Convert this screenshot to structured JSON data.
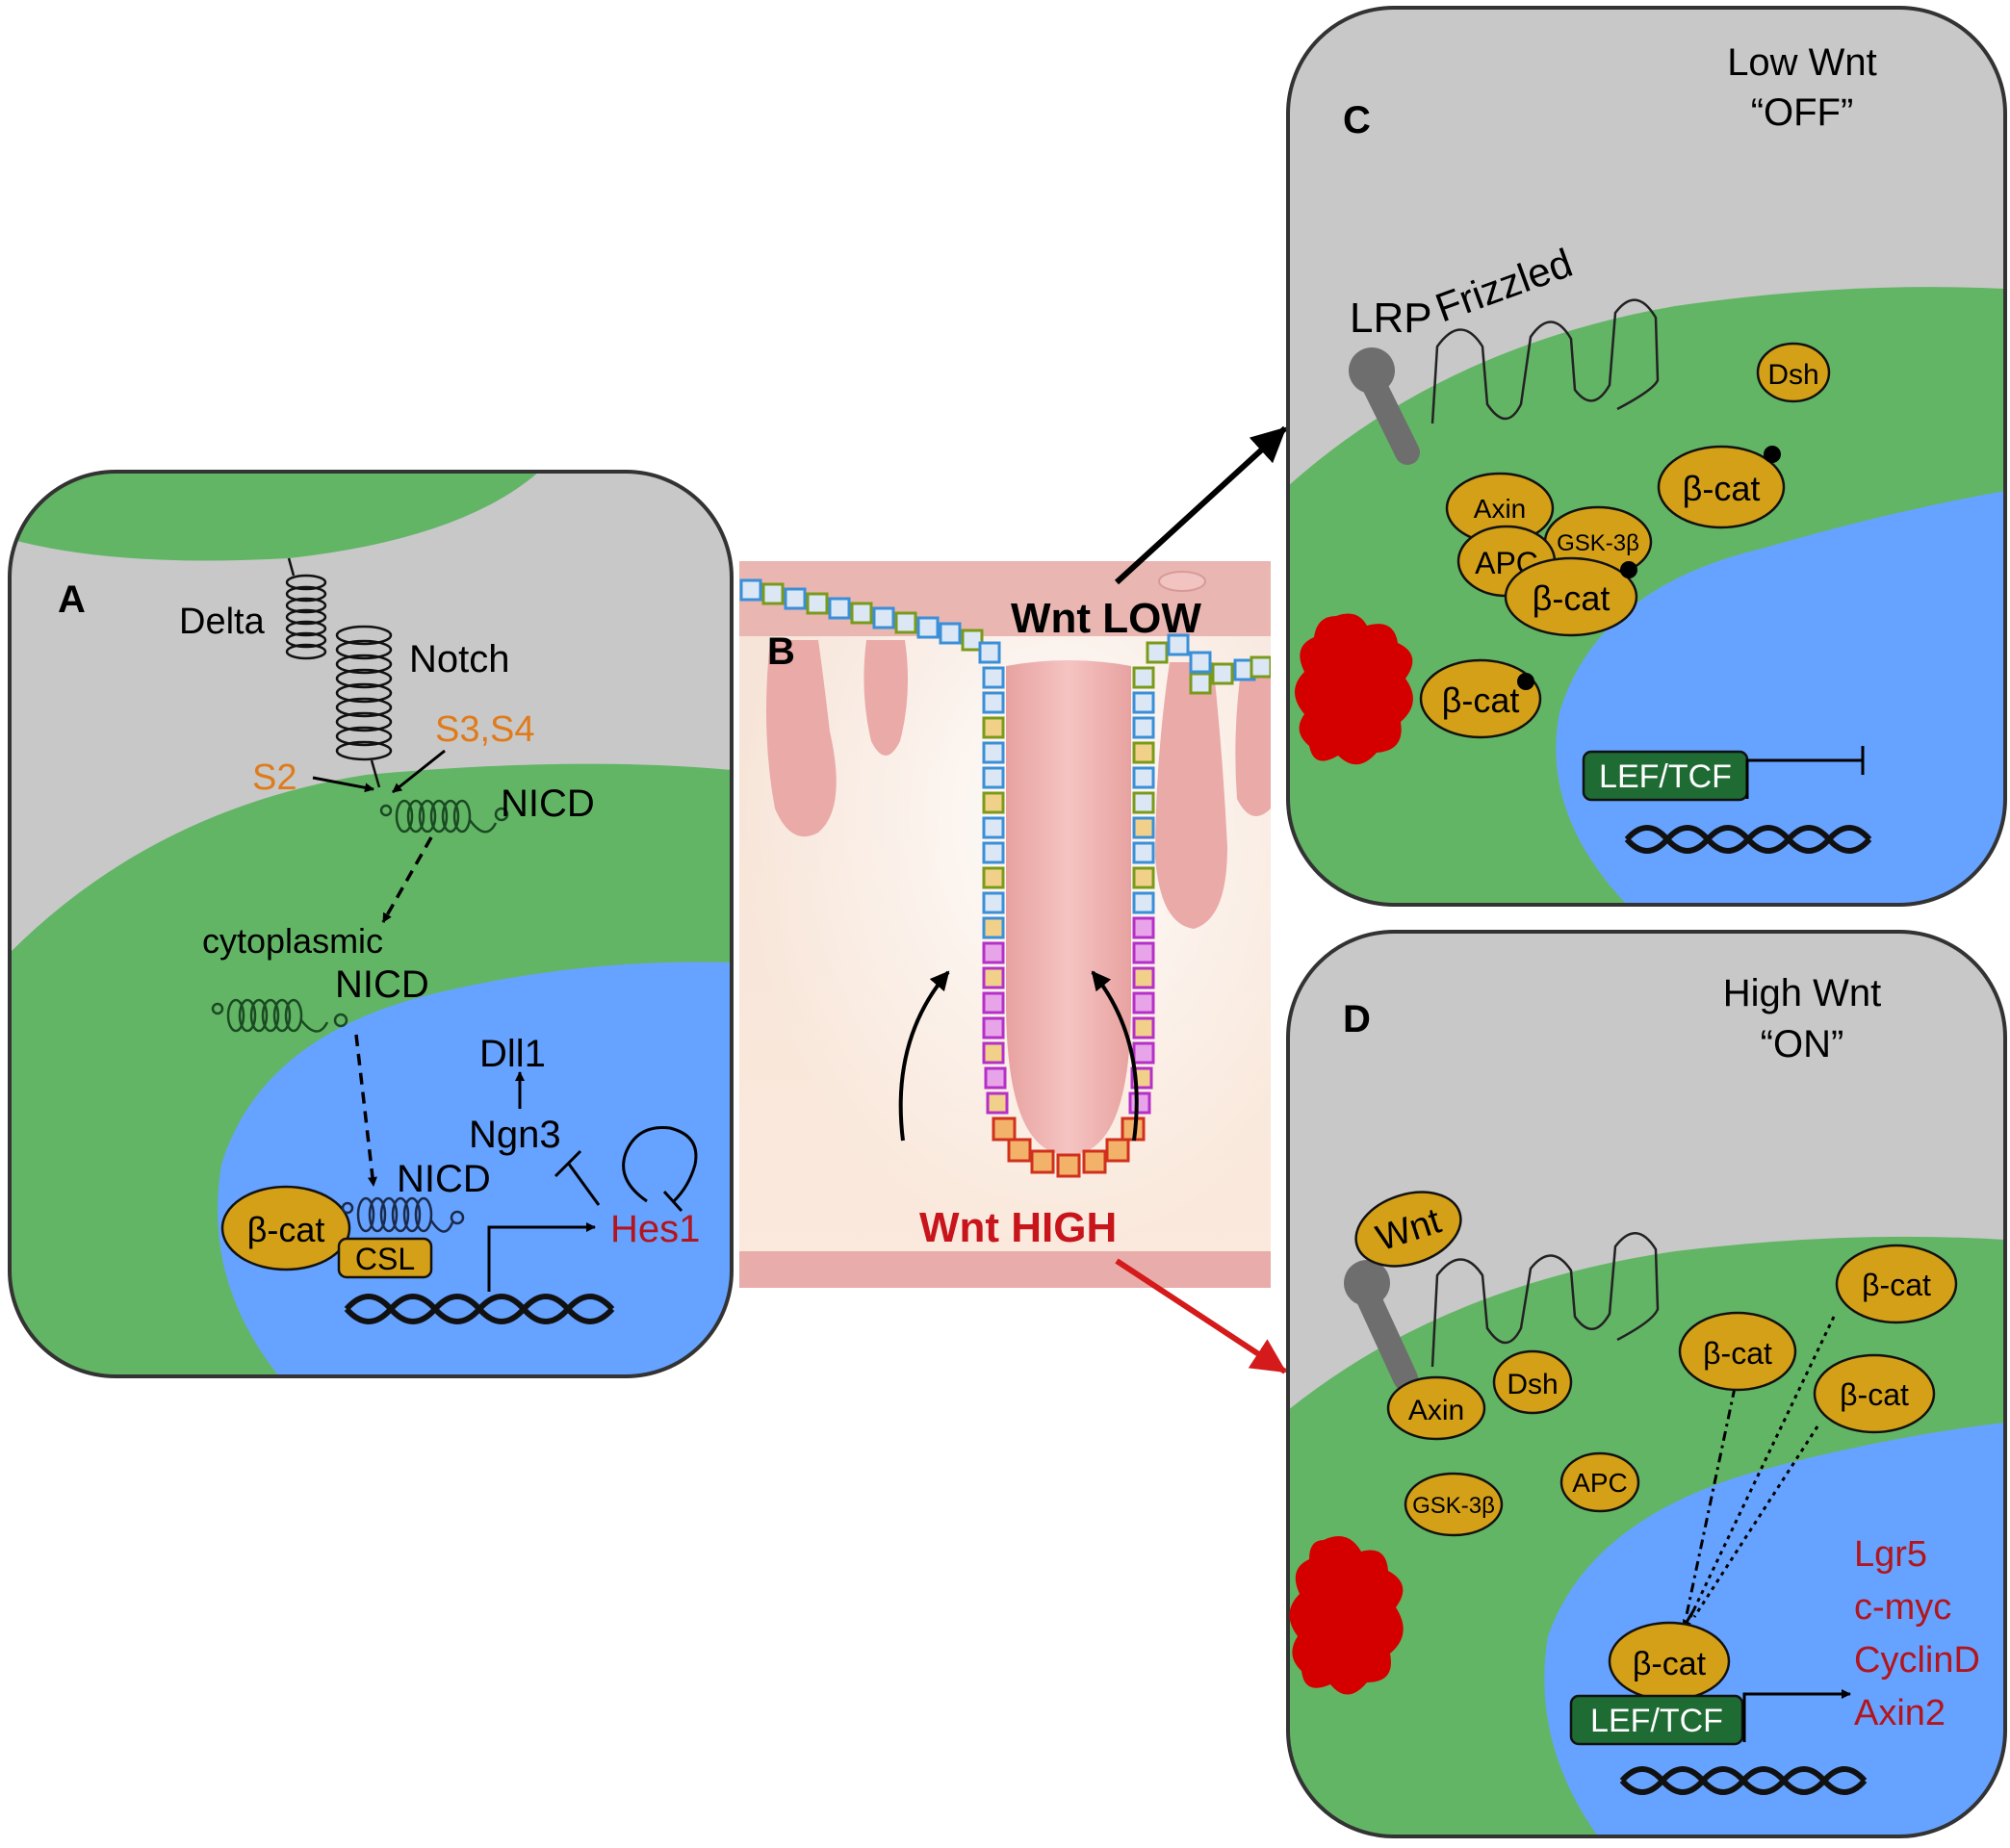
{
  "panels": {
    "a": {
      "letter": "A",
      "delta": "Delta",
      "notch": "Notch",
      "s2": "S2",
      "s3s4": "S3,S4",
      "nicd_top": "NICD",
      "cytoplasmic": "cytoplasmic",
      "nicd_mid": "NICD",
      "nicd_bottom": "NICD",
      "dll1": "Dll1",
      "ngn3": "Ngn3",
      "hes1": "Hes1",
      "bcat": "β-cat",
      "csl": "CSL"
    },
    "b": {
      "letter": "B",
      "wnt_low": "Wnt LOW",
      "wnt_high": "Wnt HIGH"
    },
    "c": {
      "letter": "C",
      "state_line1": "Low Wnt",
      "state_line2": "“OFF”",
      "lrp": "LRP",
      "frizzled": "Frizzled",
      "dsh": "Dsh",
      "bcat_free": "β-cat",
      "axin": "Axin",
      "apc": "APC",
      "gsk": "GSK-3β",
      "bcat_complex": "β-cat",
      "bcat_proteasome": "β-cat",
      "lef": "LEF/TCF"
    },
    "d": {
      "letter": "D",
      "state_line1": "High Wnt",
      "state_line2": "“ON”",
      "wnt": "Wnt",
      "axin": "Axin",
      "dsh": "Dsh",
      "gsk": "GSK-3β",
      "apc": "APC",
      "bcat_1": "β-cat",
      "bcat_2": "β-cat",
      "bcat_3": "β-cat",
      "bcat_nuclear": "β-cat",
      "lef": "LEF/TCF",
      "targets": [
        "Lgr5",
        "c-myc",
        "CyclinD",
        "Axin2"
      ]
    }
  },
  "colors": {
    "extracellular": "#c8c8c8",
    "cytoplasm": "#63b566",
    "nucleus": "#66a2ff",
    "protein": "#d4a017",
    "lef_box": "#1f6b34",
    "proteasome": "#d40000",
    "target_text": "#b3151c",
    "cleavage_text": "#e07b1a",
    "high_arrow": "#d41a1a"
  }
}
